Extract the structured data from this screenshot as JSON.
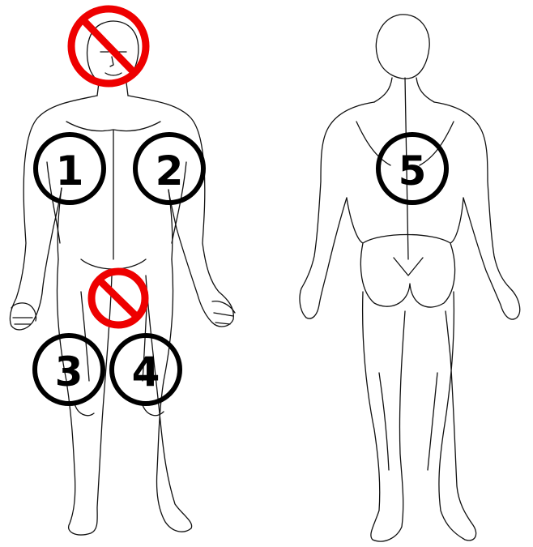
{
  "figures": {
    "front": {
      "view": "front"
    },
    "back": {
      "view": "back"
    }
  },
  "markers": [
    {
      "id": "1",
      "label": "1"
    },
    {
      "id": "2",
      "label": "2"
    },
    {
      "id": "3",
      "label": "3"
    },
    {
      "id": "4",
      "label": "4"
    },
    {
      "id": "5",
      "label": "5"
    }
  ],
  "prohibited_zones": [
    {
      "id": "face",
      "symbol": "no-symbol",
      "color": "#ee0000"
    },
    {
      "id": "groin",
      "symbol": "no-symbol",
      "color": "#ee0000"
    }
  ],
  "colors": {
    "marker": "#000000",
    "prohibited": "#ee0000",
    "lineart": "#111111",
    "background": "#ffffff"
  }
}
